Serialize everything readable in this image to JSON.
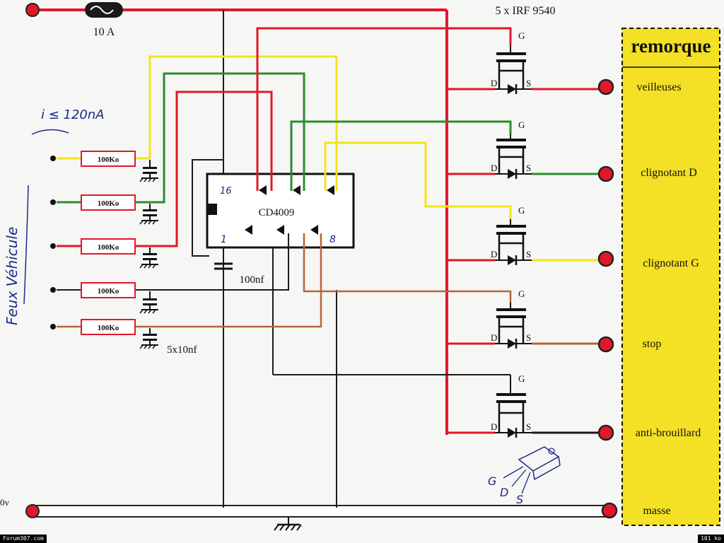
{
  "fuse": {
    "label": "10 A"
  },
  "mosfets": {
    "label": "5 x IRF 9540",
    "gate": "G",
    "drain": "D",
    "source": "S"
  },
  "trailer": {
    "title": "remorque",
    "outputs": [
      "veilleuses",
      "clignotant D",
      "clignotant G",
      "stop",
      "anti-brouillard",
      "masse"
    ]
  },
  "resistors": [
    "100Ko",
    "100Ko",
    "100Ko",
    "100Ko",
    "100Ko"
  ],
  "chip": {
    "name": "CD4009",
    "pin_top": "16",
    "pin_left": "1",
    "pin_right": "8"
  },
  "capacitors": {
    "decoupling": "100nf",
    "filters": "5x10nf"
  },
  "annotations": {
    "current": "i ≤ 120nA",
    "vehicle": "Feux Véhicule",
    "pinout_g": "G",
    "pinout_d": "D",
    "pinout_s": "S",
    "left_edge": "0v"
  },
  "footer": {
    "left": "Forum307.com",
    "right": "101 ko"
  },
  "colors": {
    "red": "#e0182a",
    "green": "#2e8b2e",
    "yellow": "#f2e41c",
    "black": "#1a1a1a",
    "brown": "#b4643a",
    "panel": "#f4e024"
  }
}
